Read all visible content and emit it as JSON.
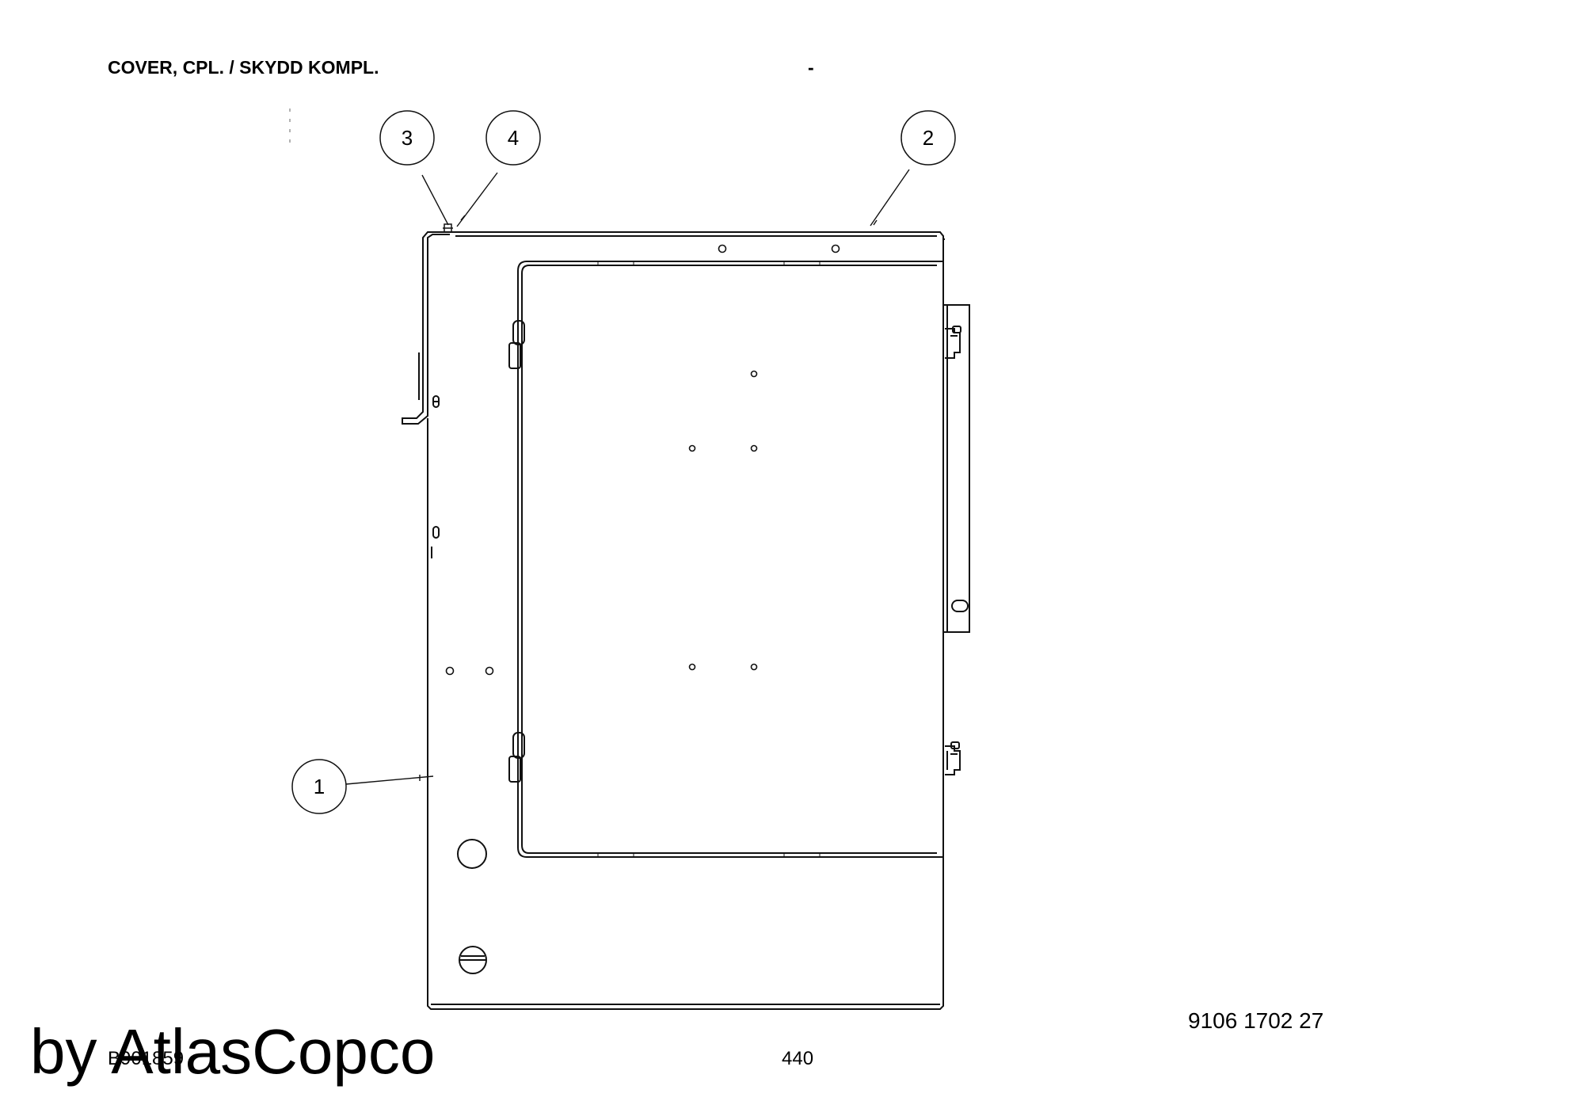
{
  "header": {
    "title": "COVER, CPL. / SKYDD KOMPL.",
    "dash": "-"
  },
  "drawing": {
    "callouts": [
      {
        "number": "1"
      },
      {
        "number": "2"
      },
      {
        "number": "3"
      },
      {
        "number": "4"
      }
    ]
  },
  "footer": {
    "part_number": "9106 1702 27",
    "drawing_ref": "B901859",
    "page_number": "440",
    "watermark": "by AtlasCopco"
  }
}
